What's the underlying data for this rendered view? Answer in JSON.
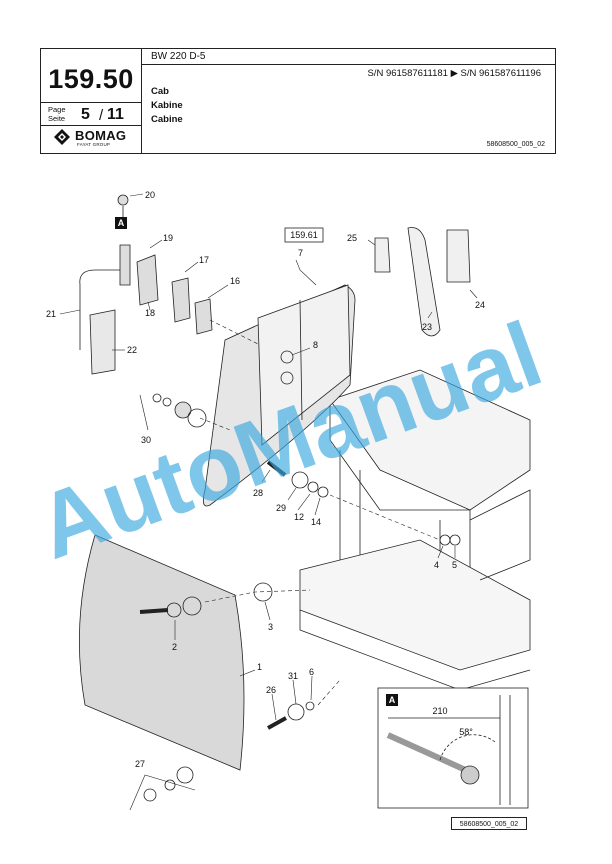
{
  "header": {
    "page_number": "159.50",
    "page_label_en": "Page",
    "page_label_de": "Seite",
    "page_current": "5",
    "page_separator": "/",
    "page_total": "11",
    "brand_name": "BOMAG",
    "brand_sub": "FAYAT GROUP",
    "model": "BW 220 D-5",
    "serial_range": "S/N 961587611181  ▶  S/N 961587611196",
    "title_en": "Cab",
    "title_de": "Kabine",
    "title_fr": "Cabine",
    "doc_ref": "58608500_005_02"
  },
  "drawing": {
    "ref_box": "159.61",
    "detail_marker": "A",
    "detail_dimension": "210",
    "detail_angle": "58°",
    "figure_ref": "58608500_005_02",
    "watermark": "AutoManual",
    "callouts": [
      "20",
      "19",
      "17",
      "16",
      "21",
      "18",
      "22",
      "7",
      "25",
      "23",
      "24",
      "8",
      "30",
      "28",
      "29",
      "12",
      "14",
      "4",
      "5",
      "3",
      "2",
      "1",
      "26",
      "31",
      "6",
      "27"
    ]
  }
}
